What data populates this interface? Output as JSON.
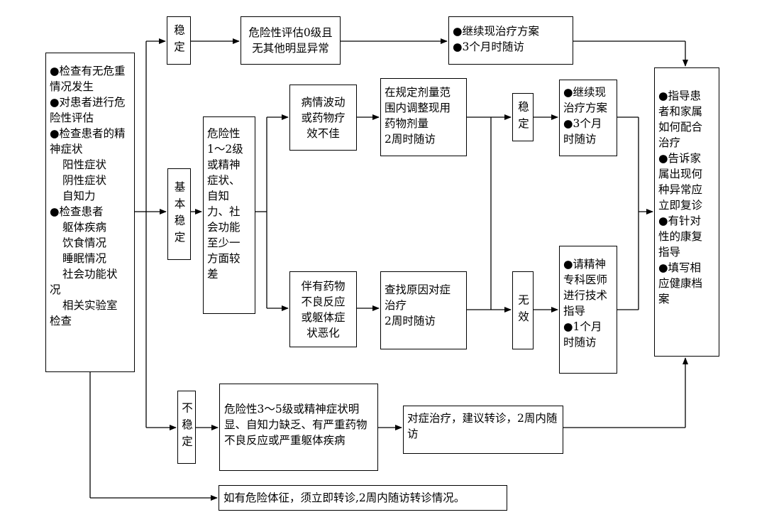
{
  "left_box": {
    "lines": [
      "●检查有无危重",
      "情况发生",
      "●对患者进行危",
      "险性评估",
      "●检查患者的精",
      "神症状",
      "阳性症状",
      "阴性症状",
      "自知力",
      "●检查患者",
      "躯体疾病",
      "饮食情况",
      "睡眠情况",
      "社会功能状",
      "况",
      "相关实验室",
      "检查"
    ]
  },
  "status": {
    "stable": "稳定",
    "basic_stable": "基本稳定",
    "unstable": "不稳定"
  },
  "top_row": {
    "criteria": "危险性评估0级且无其他明显异常",
    "action_lines": [
      "●继续现治疗方案",
      "●3个月时随访"
    ]
  },
  "middle": {
    "criteria_lines": [
      "危险性",
      "1～2级",
      "或精神",
      "症状、",
      "自知",
      "力、社",
      "会功能",
      "至少一",
      "方面较",
      "差"
    ],
    "upper_branch": {
      "condition": "病情波动或药物疗效不佳",
      "action_lines": [
        "在规定剂量范",
        "围内调整现用",
        "药物剂量",
        "2周时随访"
      ],
      "result": "稳定",
      "followup_lines": [
        "●继续现",
        "治疗方案",
        "●3个月",
        "时随访"
      ]
    },
    "lower_branch": {
      "condition": "伴有药物不良反应或躯体症状恶化",
      "action_lines": [
        "查找原因对症",
        "治疗",
        "2周时随访"
      ],
      "result": "无效",
      "followup_lines": [
        "●请精神",
        "专科医师",
        "进行技术",
        "指导",
        "●1个月",
        "时随访"
      ]
    }
  },
  "bottom_row": {
    "criteria": "危险性3～5级或精神症状明显、自知力缺乏、有严重药物不良反应或严重躯体疾病",
    "action": "对症治疗，建议转诊，2周内随访"
  },
  "danger_note": "如有危险体征，须立即转诊,2周内随访转诊情况。",
  "right_box": {
    "lines": [
      "●指导患",
      "者和家属",
      "如何配合",
      "治疗",
      "●告诉家",
      "属出现何",
      "种异常应",
      "立即复诊",
      "●有针对",
      "性的康复",
      "指导",
      "●填写相",
      "应健康档",
      "案"
    ]
  }
}
